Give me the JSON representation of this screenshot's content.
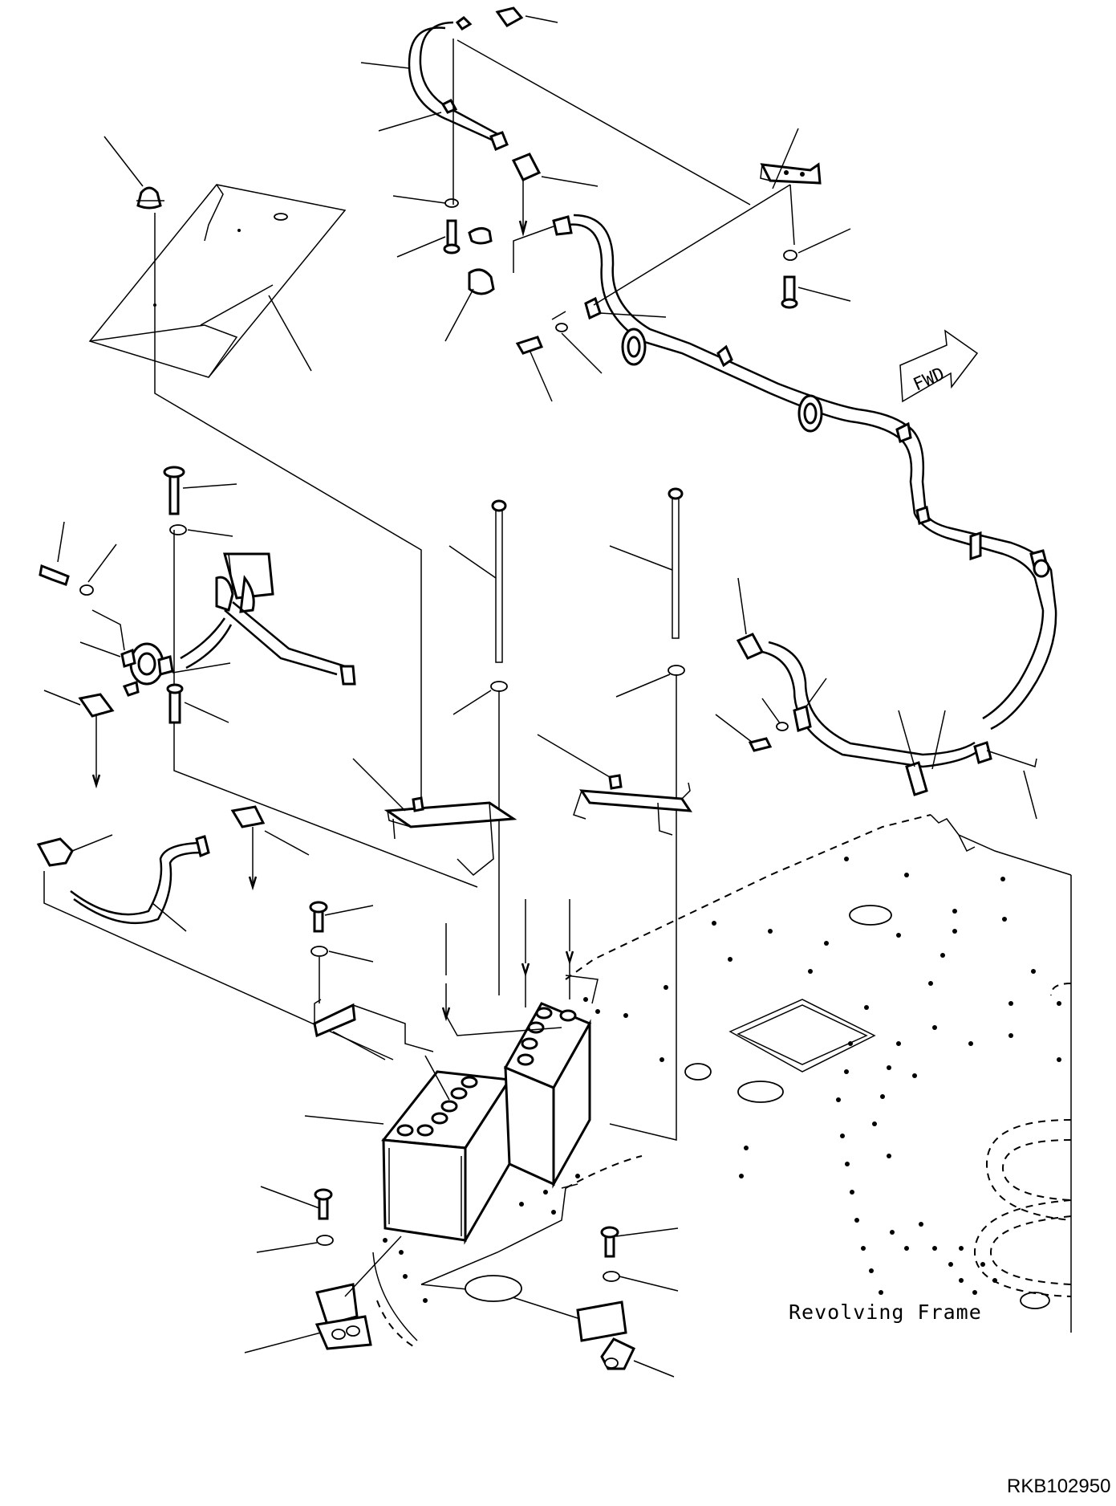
{
  "diagram": {
    "frame_label": "Revolving Frame",
    "direction_label": "FWD",
    "reference_code": "RKB102950"
  }
}
